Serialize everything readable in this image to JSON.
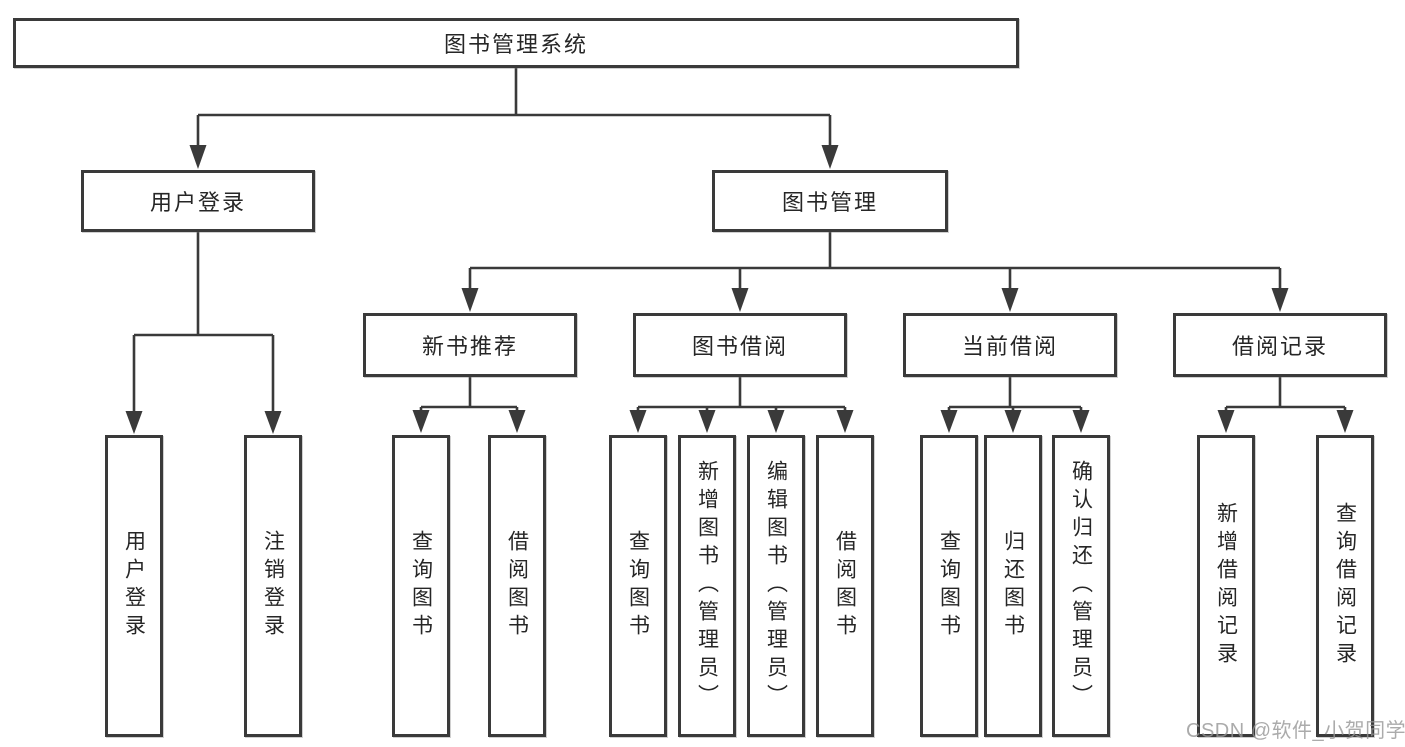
{
  "diagram": {
    "root": {
      "label": "图书管理系统"
    },
    "branches": [
      {
        "label": "用户登录",
        "children": [
          {
            "label": "用户登录"
          },
          {
            "label": "注销登录"
          }
        ]
      },
      {
        "label": "图书管理",
        "children": [
          {
            "label": "新书推荐",
            "children": [
              {
                "label": "查询图书"
              },
              {
                "label": "借阅图书"
              }
            ]
          },
          {
            "label": "图书借阅",
            "children": [
              {
                "label": "查询图书"
              },
              {
                "label": "新增图书（管理员）"
              },
              {
                "label": "编辑图书（管理员）"
              },
              {
                "label": "借阅图书"
              }
            ]
          },
          {
            "label": "当前借阅",
            "children": [
              {
                "label": "查询图书"
              },
              {
                "label": "归还图书"
              },
              {
                "label": "确认归还（管理员）"
              }
            ]
          },
          {
            "label": "借阅记录",
            "children": [
              {
                "label": "新增借阅记录"
              },
              {
                "label": "查询借阅记录"
              }
            ]
          }
        ]
      }
    ]
  },
  "watermark": {
    "text": "CSDN @软件_小贺同学"
  },
  "colors": {
    "line": "#3a3a3a",
    "box_background": "#ffffff",
    "text": "#262626",
    "watermark": "#969696"
  }
}
